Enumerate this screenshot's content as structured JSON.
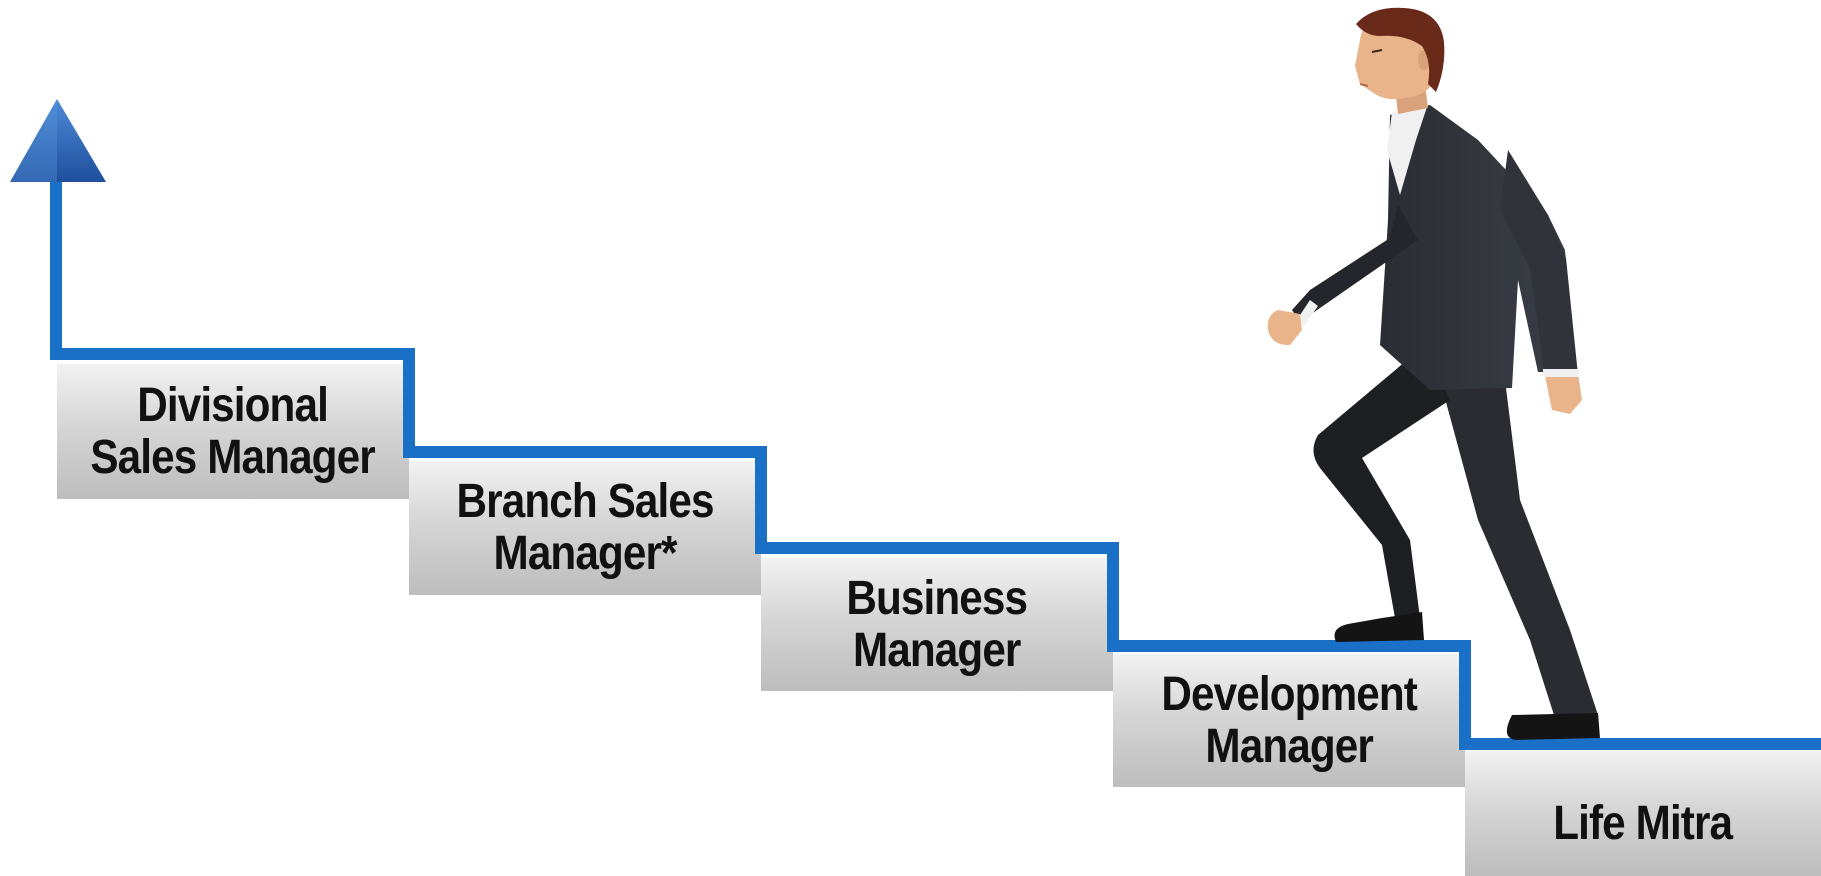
{
  "colors": {
    "line": "#1a6fc6",
    "arrow_top": "#3a7bd0",
    "arrow_bottom": "#1f4f9c",
    "step_fill": "#cfcfcf",
    "label_text": "#111111"
  },
  "steps": [
    {
      "lines": [
        "Divisional",
        "Sales Manager"
      ]
    },
    {
      "lines": [
        "Branch Sales",
        "Manager*"
      ]
    },
    {
      "lines": [
        "Business",
        "Manager"
      ]
    },
    {
      "lines": [
        "Development",
        "Manager"
      ]
    },
    {
      "lines": [
        "Life Mitra"
      ]
    }
  ],
  "icons": {
    "arrow": "up-arrow-icon",
    "figure": "businessman-climbing-icon"
  }
}
